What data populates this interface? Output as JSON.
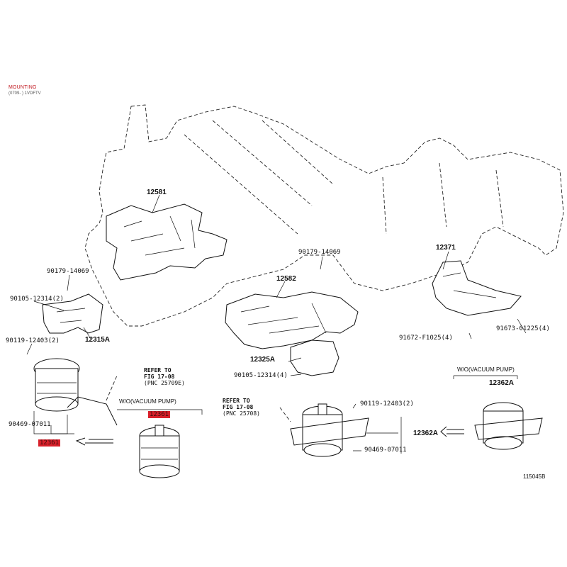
{
  "title": "MOUNTING",
  "subtitle": "(0709- ) 1VDFTV",
  "illustration_code": "115045B",
  "parts": {
    "p12581": "12581",
    "p12582": "12582",
    "p12371": "12371",
    "p90179_left": "90179-14069",
    "p90179_center": "90179-14069",
    "p90105_left": "90105-12314(2)",
    "p90105_center": "90105-12314(4)",
    "p12315a": "12315A",
    "p90119_left": "90119-12403(2)",
    "p90119_center": "90119-12403(2)",
    "p90469_left": "90469-07011",
    "p90469_center": "90469-07011",
    "p12361_left": "12361",
    "p12361_mid": "12361",
    "p12325a": "12325A",
    "p12362a_main": "12362A",
    "p12362a_right": "12362A",
    "p91672": "91672-F1025(4)",
    "p91673": "91673-01225(4)"
  },
  "captions": {
    "wo_vacuum_pump_mid": "W/O(VACUUM PUMP)",
    "wo_vacuum_pump_right": "W/O(VACUUM PUMP)"
  },
  "refs": {
    "left": {
      "line1": "REFER TO",
      "line2": "FIG 17-08",
      "line3": "(PNC 25709E)"
    },
    "center": {
      "line1": "REFER TO",
      "line2": "FIG 17-08",
      "line3": "(PNC 25708)"
    }
  },
  "colors": {
    "highlight": "#d8202a",
    "title": "#c0141c",
    "line": "#111111"
  }
}
